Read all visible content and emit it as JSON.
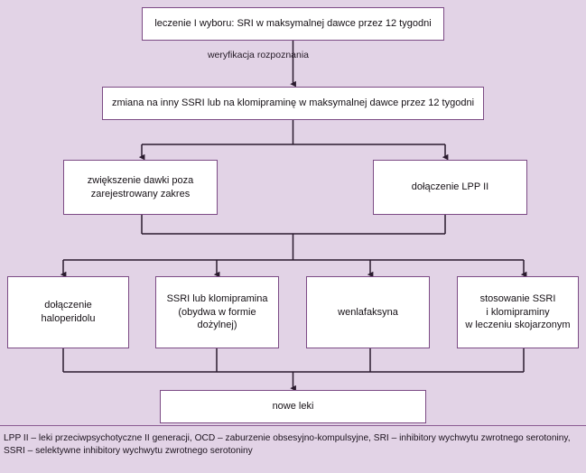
{
  "figure": {
    "type": "flowchart",
    "language": "pl",
    "background_color": "#e2d3e6",
    "box_fill_color": "#ffffff",
    "box_border_color": "#7c4b85",
    "connector_color": "#2a1b2e",
    "text_color": "#151015"
  },
  "nodes": {
    "first_line": "leczenie I wyboru: SRI w maksymalnej dawce przez 12 tygodni",
    "switch": "zmiana na inny SSRI lub na klomipraminę w maksymalnej dawce przez 12 tygodni",
    "dose_increase_l1": "zwiększenie dawki poza",
    "dose_increase_l2": "zarejestrowany zakres",
    "add_lpp": "dołączenie LPP II",
    "haloperidol_l1": "dołączenie",
    "haloperidol_l2": "haloperidolu",
    "iv_l1": "SSRI lub klomipramina",
    "iv_l2": "(obydwa w formie",
    "iv_l3": "dożylnej)",
    "venlafaxine": "wenlafaksyna",
    "combo_l1": "stosowanie SSRI",
    "combo_l2": "i klomipraminy",
    "combo_l3": "w leczeniu skojarzonym",
    "new_drugs": "nowe leki"
  },
  "edge_labels": {
    "verification": "weryfikacja rozpoznania"
  },
  "footnote": {
    "line1": "LPP II – leki przeciwpsychotyczne II generacji, OCD – zaburzenie obsesyjno-kompulsyjne, SRI – inhibitory wychwytu zwrotnego serotoniny,",
    "line2": "SSRI – selektywne inhibitory wychwytu zwrotnego serotoniny"
  }
}
